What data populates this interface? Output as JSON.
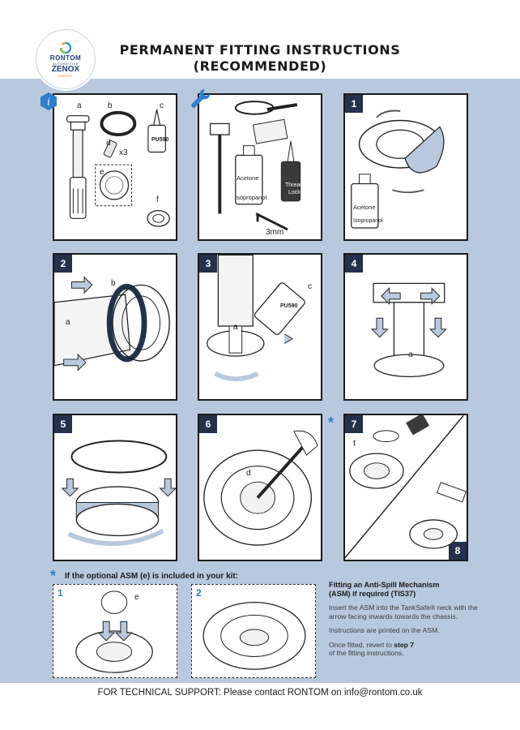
{
  "logo": {
    "line1": "RONTOM",
    "line2": "AUTOMOTIVE",
    "line3": "ZENOX",
    "line4": "ENERGY"
  },
  "title": {
    "line1": "PERMANENT FITTING INSTRUCTIONS",
    "line2": "(RECOMMENDED)"
  },
  "steps": [
    {
      "num": "1"
    },
    {
      "num": "2"
    },
    {
      "num": "3"
    },
    {
      "num": "4"
    },
    {
      "num": "5"
    },
    {
      "num": "6"
    },
    {
      "num": "7"
    },
    {
      "num": "8"
    }
  ],
  "kit_labels": {
    "a": "a",
    "b": "b",
    "c": "c",
    "d": "d",
    "x3": "x3",
    "e": "e",
    "f": "f",
    "pu590": "PU590"
  },
  "tools_labels": {
    "acetone": "Acetone",
    "isopropanol": "Isopropanol",
    "thread_lock_1": "Thread",
    "thread_lock_2": "Lock",
    "size": "3mm"
  },
  "step1_labels": {
    "acetone": "Acetone",
    "isopropanol": "Isopropanol"
  },
  "step2_labels": {
    "a": "a",
    "b": "b"
  },
  "step3_labels": {
    "a": "a",
    "c": "c",
    "pu590": "PU590"
  },
  "step4_labels": {
    "a": "a"
  },
  "step6_labels": {
    "d": "d"
  },
  "step7_labels": {
    "f": "f"
  },
  "asm": {
    "heading": "If the optional ASM (e) is included in your kit:",
    "panel1_num": "1",
    "panel1_e": "e",
    "panel2_num": "2"
  },
  "info": {
    "heading_line1": "Fitting an Anti-Spill Mechanism",
    "heading_line2": "(ASM) if required (TIS37)",
    "p1": "Insert the ASM into the TankSafe® neck with the arrow facing inwards towards the chassis.",
    "p2": "Instructions are printed on the ASM.",
    "p3_pre": "Once fitted, revert to ",
    "p3_bold": "step 7",
    "p3_post": "of the fitting instructions."
  },
  "footer": "FOR TECHNICAL SUPPORT: Please contact RONTOM on info@rontom.co.uk",
  "colors": {
    "band": "#b9c9dd",
    "panel_border": "#1b1b1b",
    "accent": "#2e7fd0",
    "number_badge": "#23324a"
  }
}
